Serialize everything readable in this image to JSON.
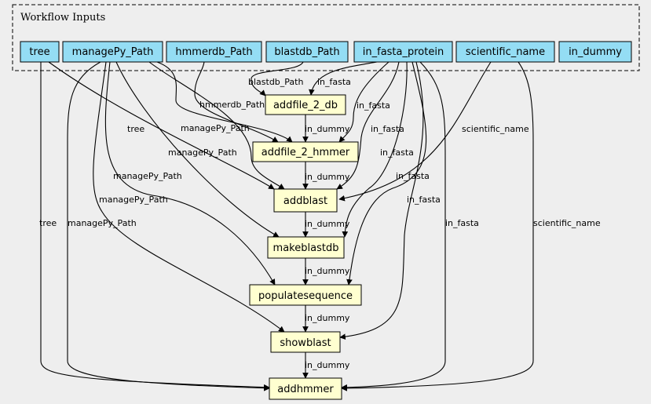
{
  "cluster": {
    "label": "Workflow Inputs"
  },
  "colors": {
    "input_fill": "#94ddf4",
    "step_fill": "#ffffd0",
    "background": "#eeeeee",
    "stroke": "#000000"
  },
  "inputs": {
    "tree": "tree",
    "managePy_Path": "managePy_Path",
    "hmmerdb_Path": "hmmerdb_Path",
    "blastdb_Path": "blastdb_Path",
    "in_fasta_protein": "in_fasta_protein",
    "scientific_name": "scientific_name",
    "in_dummy": "in_dummy"
  },
  "steps": {
    "addfile_2_db": "addfile_2_db",
    "addfile_2_hmmer": "addfile_2_hmmer",
    "addblast": "addblast",
    "makeblastdb": "makeblastdb",
    "populatesequence": "populatesequence",
    "showblast": "showblast",
    "addhmmer": "addhmmer"
  },
  "edge_labels": {
    "blastdb_Path": "blastdb_Path",
    "in_fasta": "in_fasta",
    "hmmerdb_Path": "hmmerdb_Path",
    "managePy_Path": "managePy_Path",
    "in_dummy": "in_dummy",
    "tree": "tree",
    "scientific_name": "scientific_name"
  }
}
